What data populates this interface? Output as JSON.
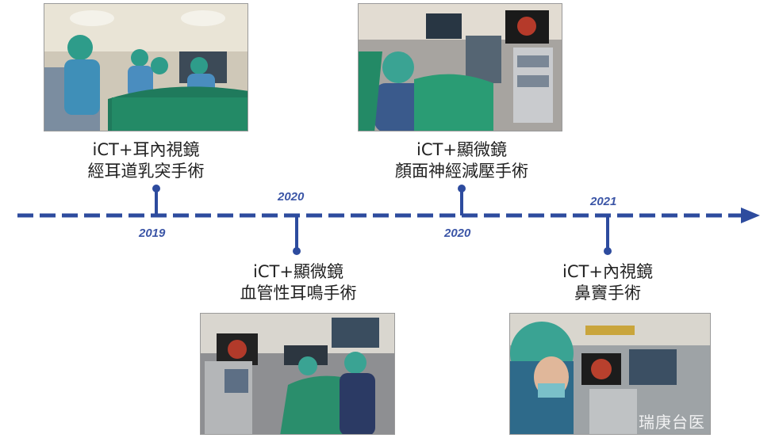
{
  "events": [
    {
      "label_line1": "iCT+耳內視鏡",
      "label_line2": "經耳道乳突手術",
      "year": "2019"
    },
    {
      "label_line1": "iCT+顯微鏡",
      "label_line2": "血管性耳鳴手術",
      "year": "2020"
    },
    {
      "label_line1": "iCT+顯微鏡",
      "label_line2": "顏面神經減壓手術",
      "year": "2020"
    },
    {
      "label_line1": "iCT+內視鏡",
      "label_line2": "鼻竇手術",
      "year": "2021"
    }
  ],
  "watermark": "瑞庚台医",
  "colors": {
    "timeline": "#2d4b9e",
    "year_text": "#3b55a6"
  }
}
